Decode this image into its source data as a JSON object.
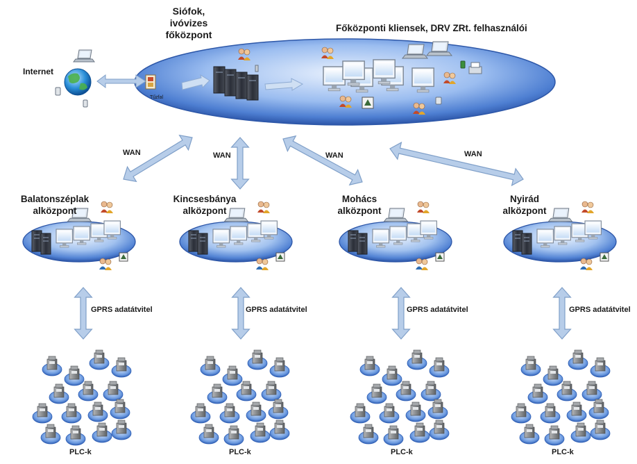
{
  "hq": {
    "title_lines": [
      "Siófok,",
      "ivóvizes",
      "főközpont"
    ],
    "clients_label": "Főközponti kliensek, DRV ZRt. felhasználói",
    "firewall_label": "Tűzfal"
  },
  "internet": {
    "label": "Internet"
  },
  "wan_label": "WAN",
  "gprs_label": "GPRS adatátvitel",
  "plc_label": "PLC-k",
  "substations": [
    {
      "lines": [
        "Balatonszéplak",
        "alközpont"
      ]
    },
    {
      "lines": [
        "Kincsesbánya",
        "alközpont"
      ]
    },
    {
      "lines": [
        "Mohács",
        "alközpont"
      ]
    },
    {
      "lines": [
        "Nyirád",
        "alközpont"
      ]
    }
  ],
  "colors": {
    "ellipse_light": "#dbe8fb",
    "ellipse_mid": "#6a9ae0",
    "ellipse_dark": "#2b5cb8",
    "arrow_fill": "#b7cde9",
    "arrow_stroke": "#7f9fc8",
    "server": "#3a3e48",
    "monitor": "#e6f2ff",
    "plc": "#8a8c8e",
    "plc_base": "#5a8fd6"
  }
}
